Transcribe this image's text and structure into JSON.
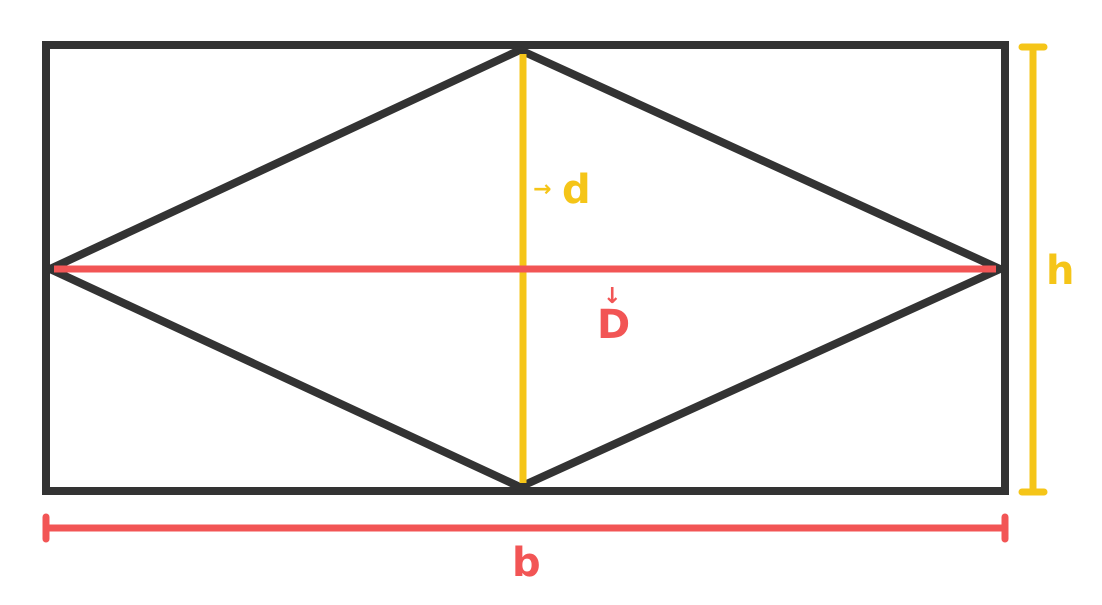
{
  "colors": {
    "outline": "#333333",
    "minor": "#F5C518",
    "major": "#F25555"
  },
  "labels": {
    "minor_diagonal": "d",
    "major_diagonal": "D",
    "height": "h",
    "base": "b",
    "arrow_right": "→",
    "arrow_down": "↓"
  }
}
